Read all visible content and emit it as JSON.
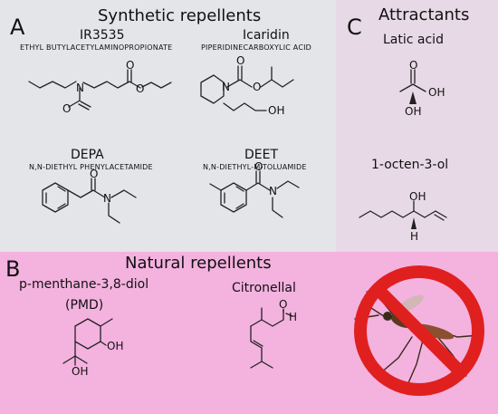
{
  "panels": {
    "a": {
      "letter": "A",
      "title": "Synthetic repellents"
    },
    "b": {
      "letter": "B",
      "title": "Natural repellents"
    },
    "c": {
      "letter": "C",
      "title": "Attractants"
    }
  },
  "compounds": {
    "ir3535": {
      "name": "IR3535",
      "full": "ETHYL BUTYLACETYLAMINOPROPIONATE"
    },
    "icaridin": {
      "name": "Icaridin",
      "full": "PIPERIDINECARBOXYLIC ACID"
    },
    "depa": {
      "name": "DEPA",
      "full": "N,N-DIETHYL PHENYLACETAMIDE"
    },
    "deet": {
      "name": "DEET",
      "full": "N,N-DIETHYL-M-TOLUAMIDE"
    },
    "pmd": {
      "name": "p-menthane-3,8-diol",
      "abbr": "(PMD)"
    },
    "citronellal": {
      "name": "Citronellal"
    },
    "lactic": {
      "name": "Latic acid"
    },
    "octenol": {
      "name": "1-octen-3-ol"
    }
  },
  "atoms": {
    "n": "N",
    "o": "O",
    "oh": "OH",
    "h": "H"
  },
  "colors": {
    "synthetic_bg": "#e3e5e8",
    "attractants_bg": "#e8d9e6",
    "natural_bg": "#f4b2df",
    "no_sign": "#e0201f"
  },
  "icons": {
    "mosquito": "mosquito-icon",
    "prohibition": "prohibition-sign-icon"
  }
}
